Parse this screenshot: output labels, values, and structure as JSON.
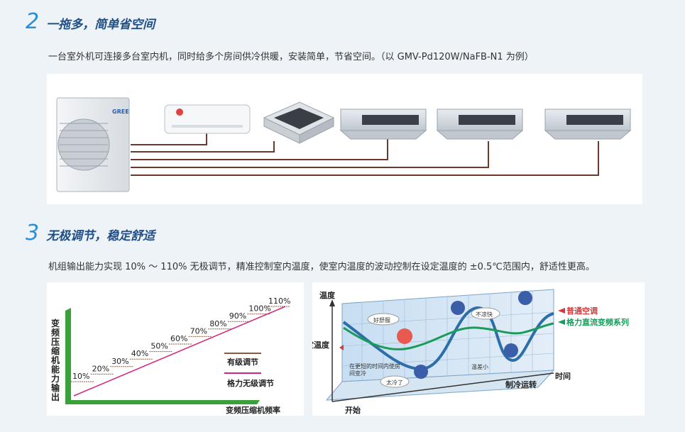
{
  "section2": {
    "number": "2",
    "title": "一拖多，简单省空间",
    "description": "一台室外机可连接多台室内机，同时给多个房间供冷供暖，安装简单，节省空间。（以 GMV-Pd120W/NaFB-N1 为例）",
    "brand": "GREE"
  },
  "section3": {
    "number": "3",
    "title": "无极调节，稳定舒适",
    "description": "机组输出能力实现 10% ～ 110% 无极调节，精准控制室内温度，使室内温度的波动控制在设定温度的 ±0.5℃范围内，舒适性更高。"
  },
  "chart_data": [
    {
      "type": "line",
      "ylabel": "变频压缩机能力输出",
      "xlabel": "变频压缩机频率",
      "steps": [
        "10%",
        "20%",
        "30%",
        "40%",
        "50%",
        "60%",
        "70%",
        "80%",
        "90%",
        "100%",
        "110%"
      ],
      "series": [
        {
          "name": "有级调节",
          "color": "#8b5a3c"
        },
        {
          "name": "格力无级调节",
          "color": "#d4237a"
        }
      ]
    },
    {
      "type": "line",
      "ylabel": "温度",
      "xlabel": "时间",
      "set_temp_label": "设定温度",
      "start_label": "开始",
      "cooling_label": "制冷运转",
      "annotations": [
        "好舒服",
        "不凉快",
        "太冷了",
        "温差小",
        "在更短的时间内使房间变冷"
      ],
      "series": [
        {
          "name": "普通空调",
          "color": "#d43a3a"
        },
        {
          "name": "格力直流变频系列",
          "color": "#1a9b5a"
        }
      ]
    }
  ]
}
